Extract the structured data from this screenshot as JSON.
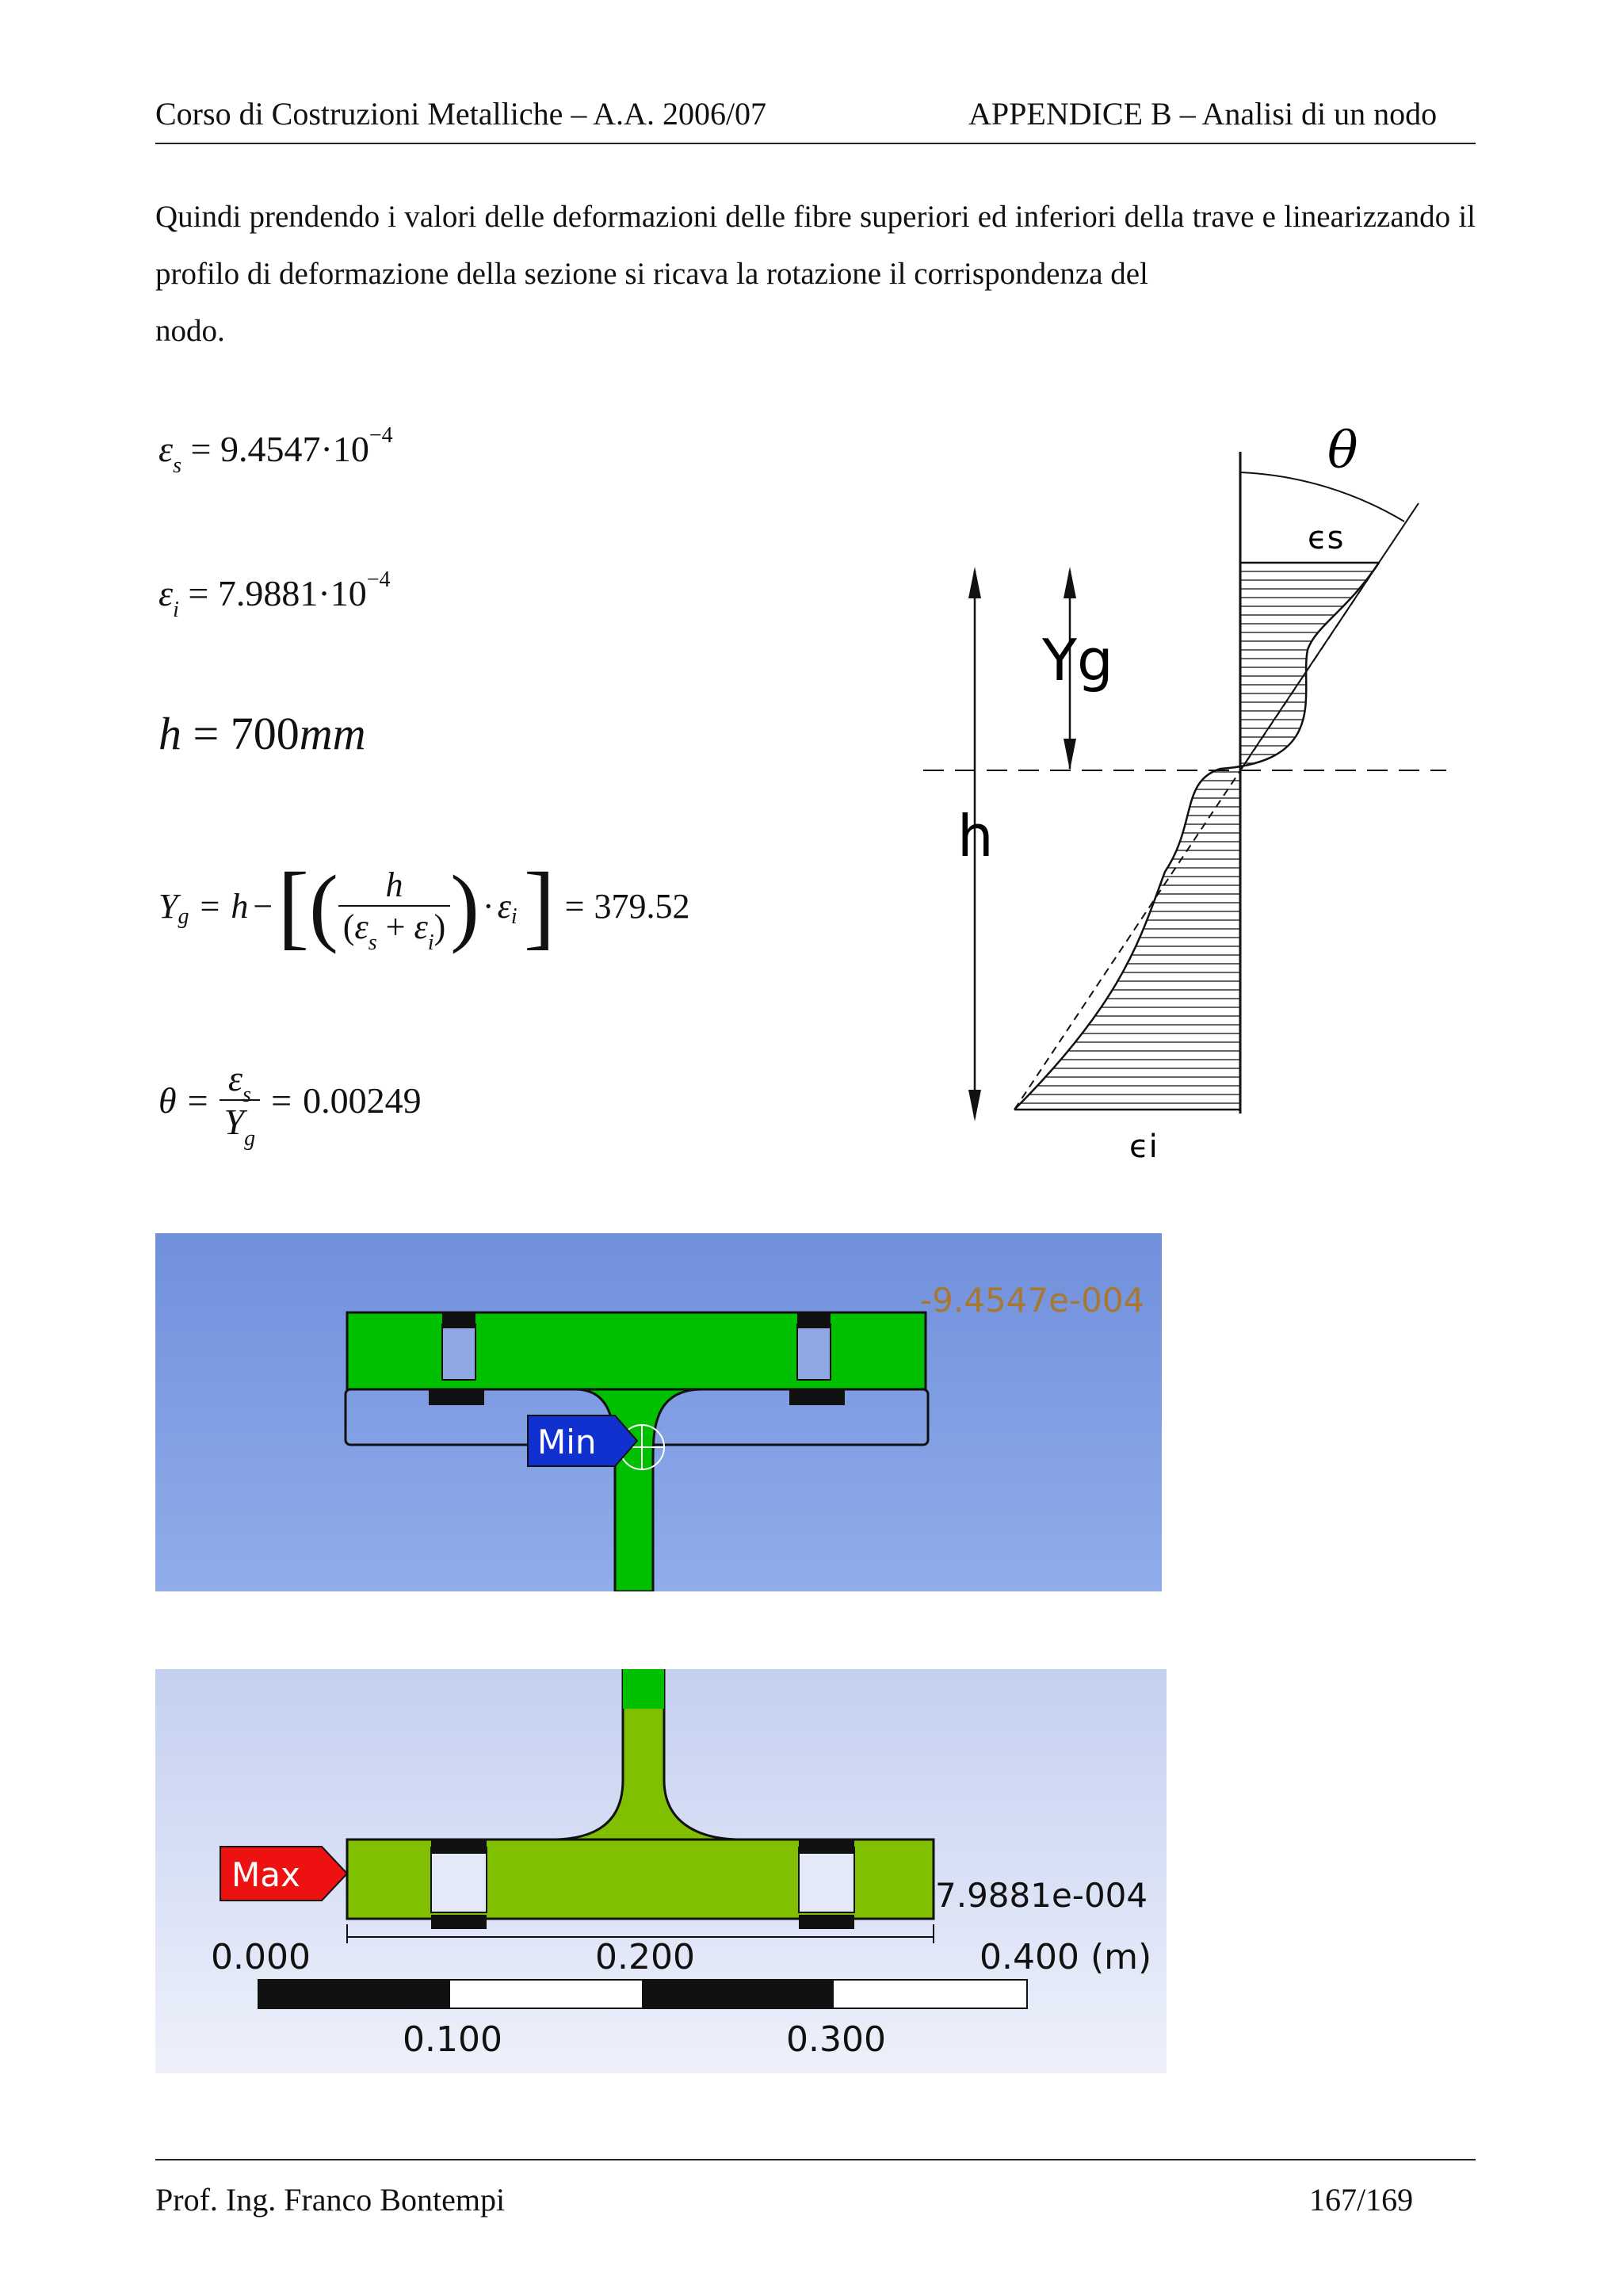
{
  "header": {
    "left": "Corso di Costruzioni Metalliche – A.A. 2006/07",
    "right": "APPENDICE B – Analisi di un nodo"
  },
  "paragraph": {
    "line1": "Quindi prendendo i valori delle deformazioni delle fibre superiori ed inferiori della trave e linearizzando il profilo di deformazione della sezione si ricava la rotazione il corrispondenza del",
    "line2": "nodo."
  },
  "equations": {
    "eps_s": {
      "symbol": "ε",
      "sub": "s",
      "op": "=",
      "mantissa": "9.4547",
      "dot": "·",
      "base": "10",
      "exp": "−4"
    },
    "eps_i": {
      "symbol": "ε",
      "sub": "i",
      "op": "=",
      "mantissa": "7.9881",
      "dot": "·",
      "base": "10",
      "exp": "−4"
    },
    "h": {
      "lhs": "h",
      "op": "=",
      "value": "700",
      "unit": "mm"
    },
    "yg": {
      "lhs": "Y",
      "lhs_sub": "g",
      "op1": "=",
      "h": "h",
      "minus": "−",
      "bracket_open": "[",
      "paren_open": "(",
      "num": "h",
      "den_open": "(",
      "den_eps1": "ε",
      "den_sub1": "s",
      "den_plus": "+",
      "den_eps2": "ε",
      "den_sub2": "i",
      "den_close": ")",
      "paren_close": ")",
      "dot": "·",
      "eps": "ε",
      "eps_sub": "i",
      "bracket_close": "]",
      "op2": "=",
      "result": "379.52"
    },
    "theta": {
      "lhs": "θ",
      "op1": "=",
      "num": "ε",
      "num_sub": "s",
      "den": "Y",
      "den_sub": "g",
      "op2": "=",
      "result": "0.00249"
    }
  },
  "diagram": {
    "theta": "θ",
    "eps_s": "ϵs",
    "yg": "Yg",
    "h": "h",
    "eps_i": "ϵi"
  },
  "fem_top": {
    "bg_color": "#7b9ae0",
    "member_color": "#00c000",
    "value": "-9.4547e-004",
    "marker": "Min",
    "marker_color": "#1030d0"
  },
  "fem_bottom": {
    "bg_color": "#c9d4f0",
    "member_color": "#80c000",
    "value": "7.9881e-004",
    "marker": "Max",
    "marker_color": "#ee1111",
    "scale": {
      "ticks_top": [
        "0.000",
        "0.200",
        "0.400 (m)"
      ],
      "ticks_bottom": [
        "0.100",
        "0.300"
      ]
    }
  },
  "footer": {
    "left": "Prof. Ing. Franco Bontempi",
    "right": "167/169"
  }
}
